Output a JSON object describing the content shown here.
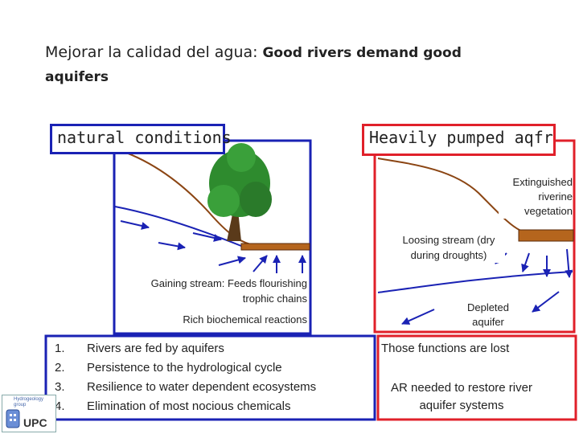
{
  "title": {
    "part1": "Mejorar la calidad del agua:",
    "part2": " Good rivers demand good",
    "part3": "aquifers"
  },
  "left_panel": {
    "title": "natural conditions",
    "gaining_label": "Gaining stream: Feeds flourishing trophic chains",
    "rich_label": "Rich biochemical reactions",
    "border_color": "#1a22b4",
    "list": [
      {
        "num": "1.",
        "text": "Rivers are fed by aquifers"
      },
      {
        "num": "2.",
        "text": "Persistence to the hydrological cycle"
      },
      {
        "num": "3.",
        "text": "Resilience to water dependent ecosystems"
      },
      {
        "num": "4.",
        "text": "Elimination of most nocious chemicals"
      }
    ]
  },
  "right_panel": {
    "title": "Heavily pumped aqfr",
    "extinguished_label": "Extinguished riverine vegetation",
    "loosing_label": "Loosing stream (dry during droughts)",
    "depleted_label": "Depleted aquifer",
    "border_color": "#e0202a",
    "note1": "Those functions are lost",
    "note2": "AR needed to restore river aquifer systems"
  },
  "logo": {
    "line1": "Hydrogeology",
    "line2": "group",
    "name": "UPC"
  },
  "colors": {
    "arrow": "#1a22b4",
    "terrain": "#8b4513",
    "riverbed": "#b5651d",
    "tree": "#2e8b2e"
  }
}
